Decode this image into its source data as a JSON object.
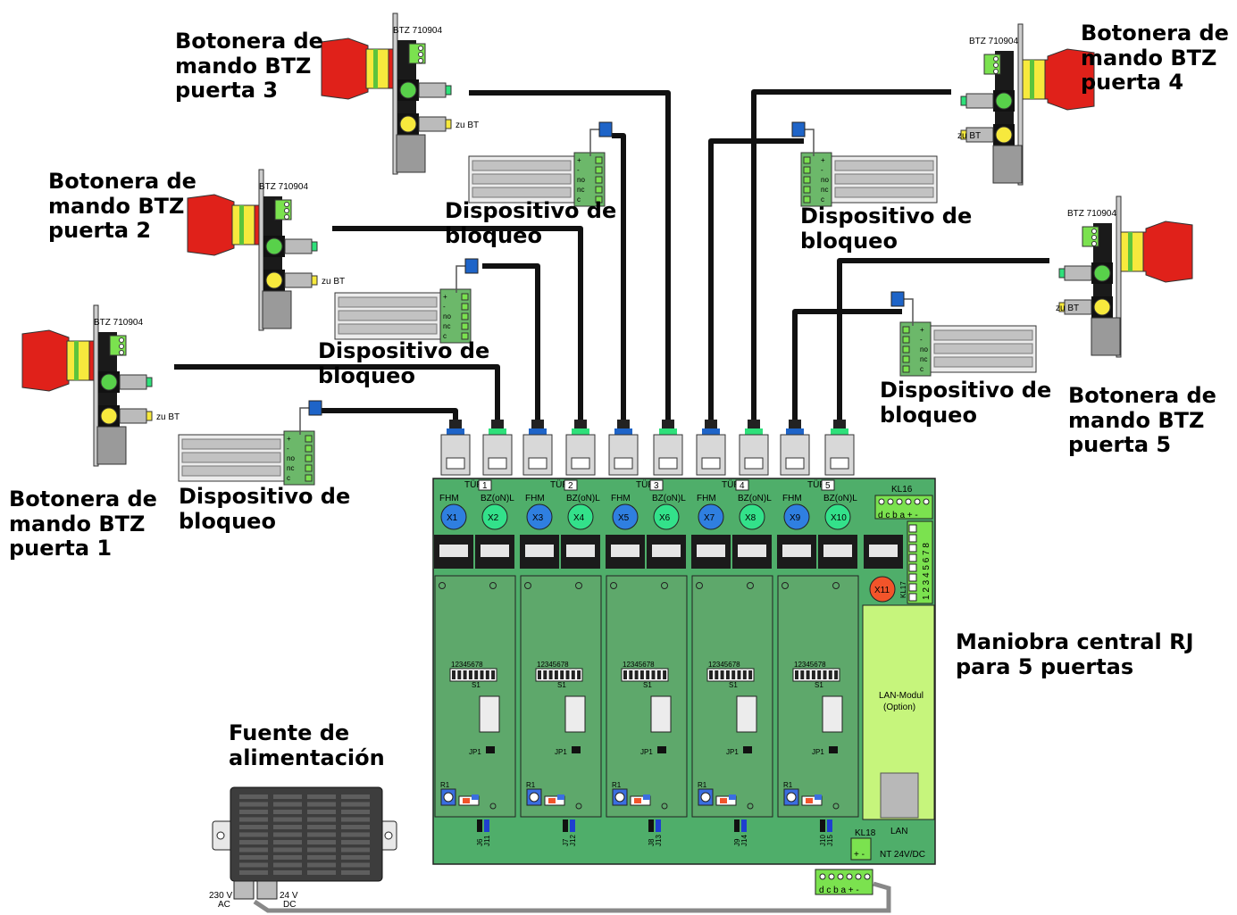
{
  "stations": [
    {
      "title": "Botonera de mando BTZ puerta  1",
      "model": "BTZ 710904",
      "zu_bt": "zu BT"
    },
    {
      "title": "Botonera de mando BTZ puerta  2",
      "model": "BTZ 710904",
      "zu_bt": "zu BT"
    },
    {
      "title": "Botonera de mando BTZ puerta 3",
      "model": "BTZ 710904",
      "zu_bt": "zu BT"
    },
    {
      "title": "Botonera de mando BTZ puerta  4",
      "model": "BTZ 710904",
      "zu_bt": "zu BT"
    },
    {
      "title": "Botonera de mando BTZ puerta  5",
      "model": "BTZ 710904",
      "zu_bt": "zu BT"
    }
  ],
  "locks": {
    "label": "Dispositivo de bloqueo",
    "terminals": [
      "+",
      "-",
      "no",
      "nc",
      "c"
    ]
  },
  "controller": {
    "title": "Maniobra central RJ para 5 puertas",
    "door_label": "TÜR",
    "doors": [
      "1",
      "2",
      "3",
      "4",
      "5"
    ],
    "fhm_label": "FHM",
    "bz_label": "BZ(oN)L",
    "ports": [
      "X1",
      "X2",
      "X3",
      "X4",
      "X5",
      "X6",
      "X7",
      "X8",
      "X9",
      "X10"
    ],
    "x11": "X11",
    "kl16": "KL16",
    "kl16_pins": "d c b a + -",
    "kl17": "KL17",
    "kl17_pins": "1 2 3 4 5 6 7 8",
    "switch_label": "S1",
    "switch_numbers": "1 2 3 4 5 6 7 8",
    "jp1": "JP1",
    "r1": "R1",
    "jumpers": [
      [
        "J6",
        "J11"
      ],
      [
        "J7",
        "J12"
      ],
      [
        "J8",
        "J13"
      ],
      [
        "J9",
        "J14"
      ],
      [
        "J10",
        "J15"
      ]
    ],
    "lan_module": "LAN-Modul",
    "lan_option": "(Option)",
    "lan": "LAN",
    "kl18": "KL18",
    "kl18_pins": "+ -",
    "nt": "NT 24V/DC",
    "ext_pins": "d c b a + -"
  },
  "power": {
    "title": "Fuente de alimentación",
    "in1": "230 V",
    "in2": "AC",
    "out1": "24 V",
    "out2": "DC"
  },
  "colors": {
    "board": "#4fae6a",
    "card": "#5ea86b",
    "fhm": "#2f7fe0",
    "bz": "#33e18a",
    "lan_panel": "#c6f57c",
    "x11": "#f2542a",
    "terminal": "#7be24f",
    "head_red": "#e0211a",
    "head_yellow": "#f7e93d",
    "rj_blue": "#1e64c8",
    "rj_green": "#2ee07a"
  }
}
